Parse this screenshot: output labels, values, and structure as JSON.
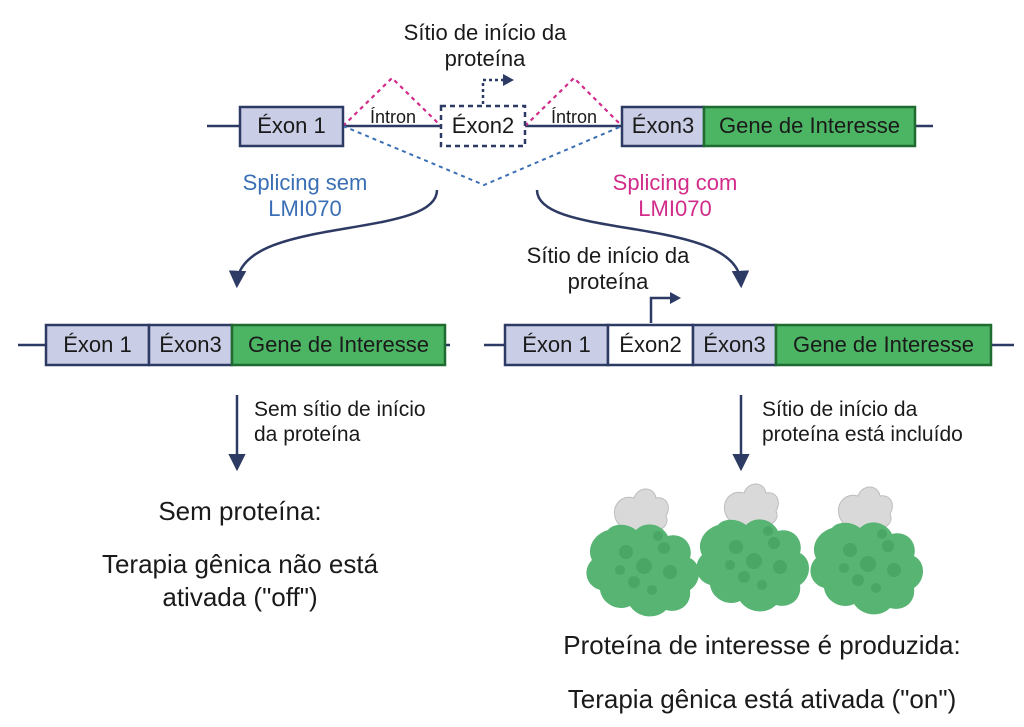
{
  "top": {
    "start_site_label": "Sítio de início da proteína",
    "exon1": "Éxon 1",
    "intron_left": "Íntron",
    "exon2": "Éxon2",
    "intron_right": "Íntron",
    "exon3": "Éxon3",
    "gene": "Gene de Interesse"
  },
  "splicing_without": {
    "line1": "Splicing sem",
    "line2": "LMI070"
  },
  "splicing_with": {
    "line1": "Splicing com",
    "line2": "LMI070"
  },
  "left_mrna": {
    "exon1": "Éxon 1",
    "exon3": "Éxon3",
    "gene": "Gene de Interesse",
    "arrow_note_line1": "Sem sítio de início",
    "arrow_note_line2": "da proteína",
    "result_title": "Sem proteína:",
    "result_line1": "Terapia gênica não está",
    "result_line2": "ativada (\"off\")"
  },
  "right_mrna": {
    "start_site_line1": "Sítio de início da",
    "start_site_line2": "proteína",
    "exon1": "Éxon 1",
    "exon2": "Éxon2",
    "exon3": "Éxon3",
    "gene": "Gene de Interesse",
    "arrow_note_line1": "Sítio de início da",
    "arrow_note_line2": "proteína está incluído",
    "result_title": "Proteína de interesse é produzida:",
    "result_line1": "Terapia gênica está ativada (\"on\")"
  },
  "colors": {
    "exon_fill": "#c9cde5",
    "exon_stroke": "#2d3a63",
    "gene_fill": "#4cb563",
    "gene_stroke": "#1f6b30",
    "line": "#2d3a63",
    "blue": "#3a6fb5",
    "pink": "#d12c8a",
    "protein_green": "#58b473",
    "protein_cap": "#d9d9d9"
  },
  "icons": [
    "start-site-arrow-icon",
    "protein-icon"
  ]
}
